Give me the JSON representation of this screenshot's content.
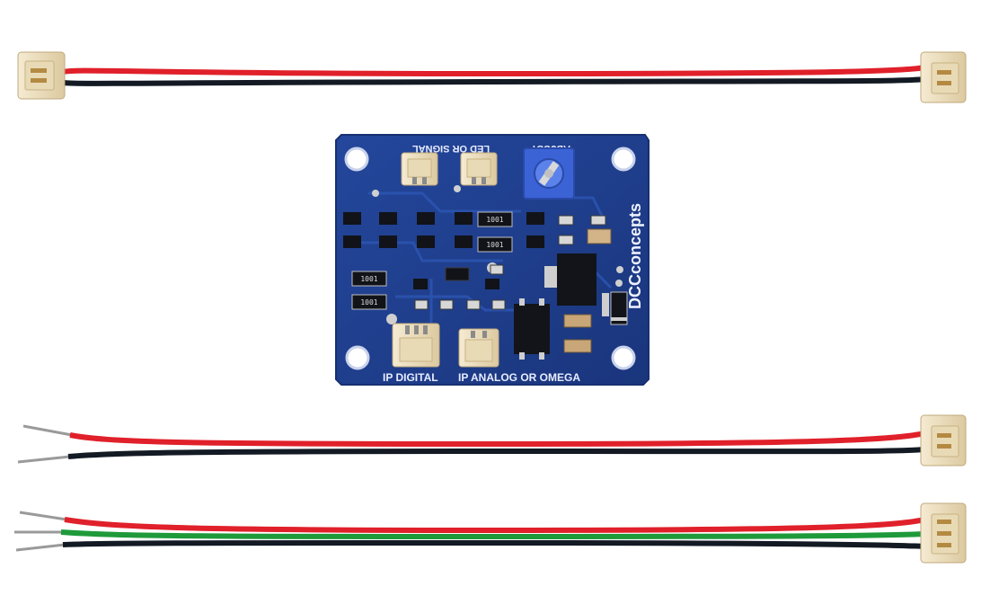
{
  "colors": {
    "background": "#ffffff",
    "pcb": "#1e3d8c",
    "pcb_edge": "#163070",
    "silkscreen": "#e8ecff",
    "connector": "#efe2c4",
    "trimmer": "#3b63d6",
    "wire_red": "#e0202a",
    "wire_black": "#131a24",
    "wire_green": "#1f9a3a"
  },
  "board": {
    "label_led": "LED OR SIGNAL",
    "label_adjust": "ADJUST",
    "label_ip_digital": "IP DIGITAL",
    "label_ip_analog": "IP ANALOG OR OMEGA",
    "brand": "DCCconcepts",
    "resistor_code": "1001"
  },
  "icons": {
    "connector": "jst-connector-icon",
    "trimmer": "trimmer-potentiometer-icon",
    "mounting_hole": "mounting-hole-icon"
  }
}
